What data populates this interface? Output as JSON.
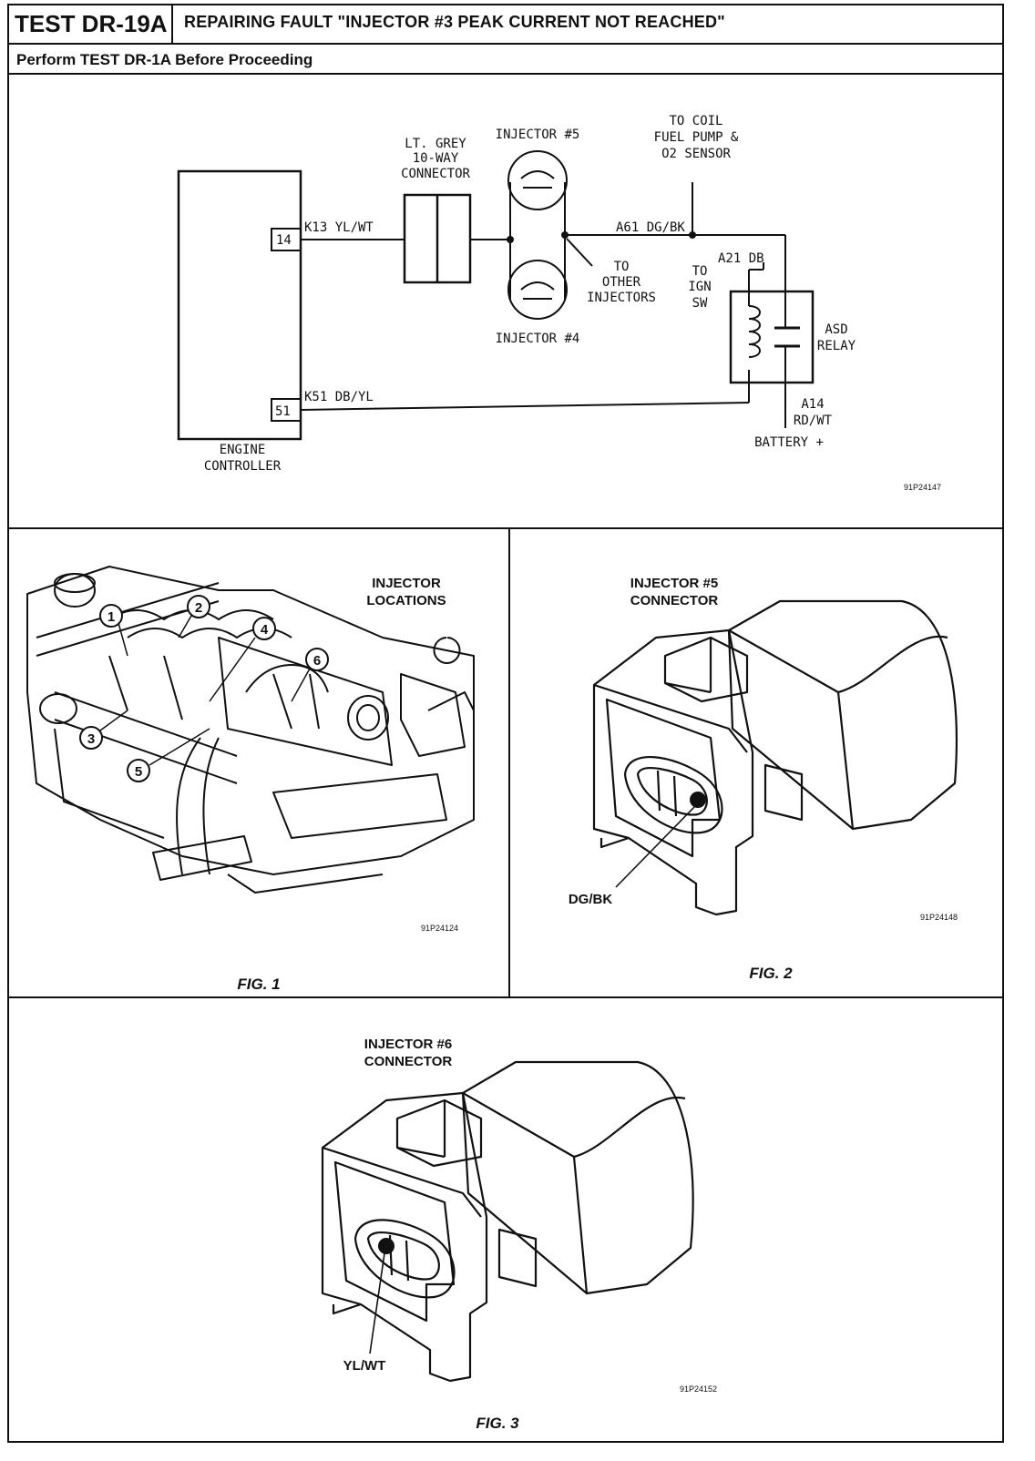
{
  "header": {
    "test_id": "TEST DR-19A",
    "title": "REPAIRING FAULT \"INJECTOR #3 PEAK CURRENT NOT REACHED\"",
    "subtitle": "Perform TEST DR-1A Before Proceeding"
  },
  "schematic": {
    "controller_label_1": "ENGINE",
    "controller_label_2": "CONTROLLER",
    "pin_14": "14",
    "pin_51": "51",
    "wire_k13": "K13  YL/WT",
    "wire_k51": "K51  DB/YL",
    "connector_1": "LT. GREY",
    "connector_2": "10-WAY",
    "connector_3": "CONNECTOR",
    "injector_top": "INJECTOR #5",
    "injector_bottom": "INJECTOR #4",
    "to_other_1": "TO",
    "to_other_2": "OTHER",
    "to_other_3": "INJECTORS",
    "wire_a61": "A61  DG/BK",
    "to_coil_1": "TO COIL",
    "to_coil_2": "FUEL PUMP &",
    "to_coil_3": "O2 SENSOR",
    "to_ign_1": "TO",
    "to_ign_2": "IGN",
    "to_ign_3": "SW",
    "wire_a21": "A21  DB",
    "relay_1": "ASD",
    "relay_2": "RELAY",
    "wire_a14_1": "A14",
    "wire_a14_2": "RD/WT",
    "battery": "BATTERY +",
    "code": "91P24147"
  },
  "fig1": {
    "title_1": "INJECTOR",
    "title_2": "LOCATIONS",
    "callouts": [
      "1",
      "2",
      "3",
      "4",
      "5",
      "6"
    ],
    "code": "91P24124",
    "caption": "FIG. 1"
  },
  "fig2": {
    "title_1": "INJECTOR #5",
    "title_2": "CONNECTOR",
    "wire": "DG/BK",
    "code": "91P24148",
    "caption": "FIG. 2"
  },
  "fig3": {
    "title_1": "INJECTOR #6",
    "title_2": "CONNECTOR",
    "wire": "YL/WT",
    "code": "91P24152",
    "caption": "FIG. 3"
  }
}
